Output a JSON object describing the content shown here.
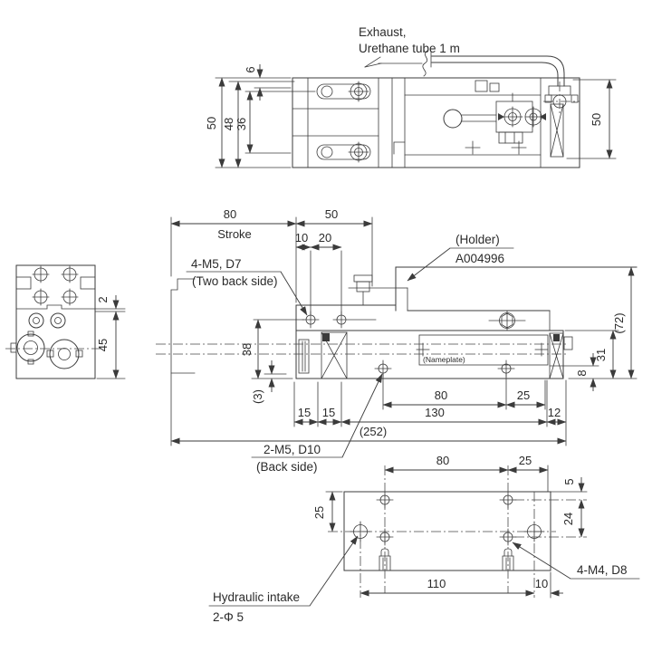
{
  "drawing": {
    "callouts": {
      "exhaust1": "Exhaust,",
      "exhaust2": "Urethane tube 1 m",
      "holder1": "(Holder)",
      "holder2": "A004996",
      "m5d7": "4-M5, D7",
      "m5d7_note": "(Two back side)",
      "nameplate": "(Nameplate)",
      "m5d10": "2-M5, D10",
      "m5d10_note": "(Back side)",
      "m4d8": "4-M4, D8",
      "hydraulic1": "Hydraulic intake",
      "hydraulic2": "2-Φ 5",
      "stroke": "Stroke"
    },
    "dims": {
      "tv50": "50",
      "tv48": "48",
      "tv36": "36",
      "tv6": "6",
      "tvr50": "50",
      "sv2": "2",
      "sv45": "45",
      "fv80": "80",
      "fv50": "50",
      "fv10": "10",
      "fv20": "20",
      "fv38": "38",
      "fv3": "(3)",
      "fv15a": "15",
      "fv15b": "15",
      "fv80b": "80",
      "fv25": "25",
      "fv130": "130",
      "fv12": "12",
      "fv252": "(252)",
      "fv72": "(72)",
      "fv31": "31",
      "fv8": "8",
      "bv80": "80",
      "bv25r": "25",
      "bv5": "5",
      "bv24": "24",
      "bv25l": "25",
      "bv110": "110",
      "bv10": "10"
    }
  }
}
